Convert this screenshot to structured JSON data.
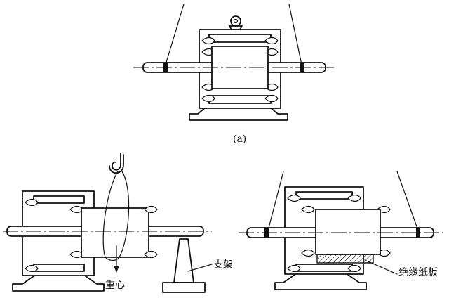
{
  "figure": {
    "label_a": "(a)",
    "labels": {
      "center_of_gravity": "重心",
      "support": "支架",
      "insulating_board": "绝缘纸板"
    }
  }
}
